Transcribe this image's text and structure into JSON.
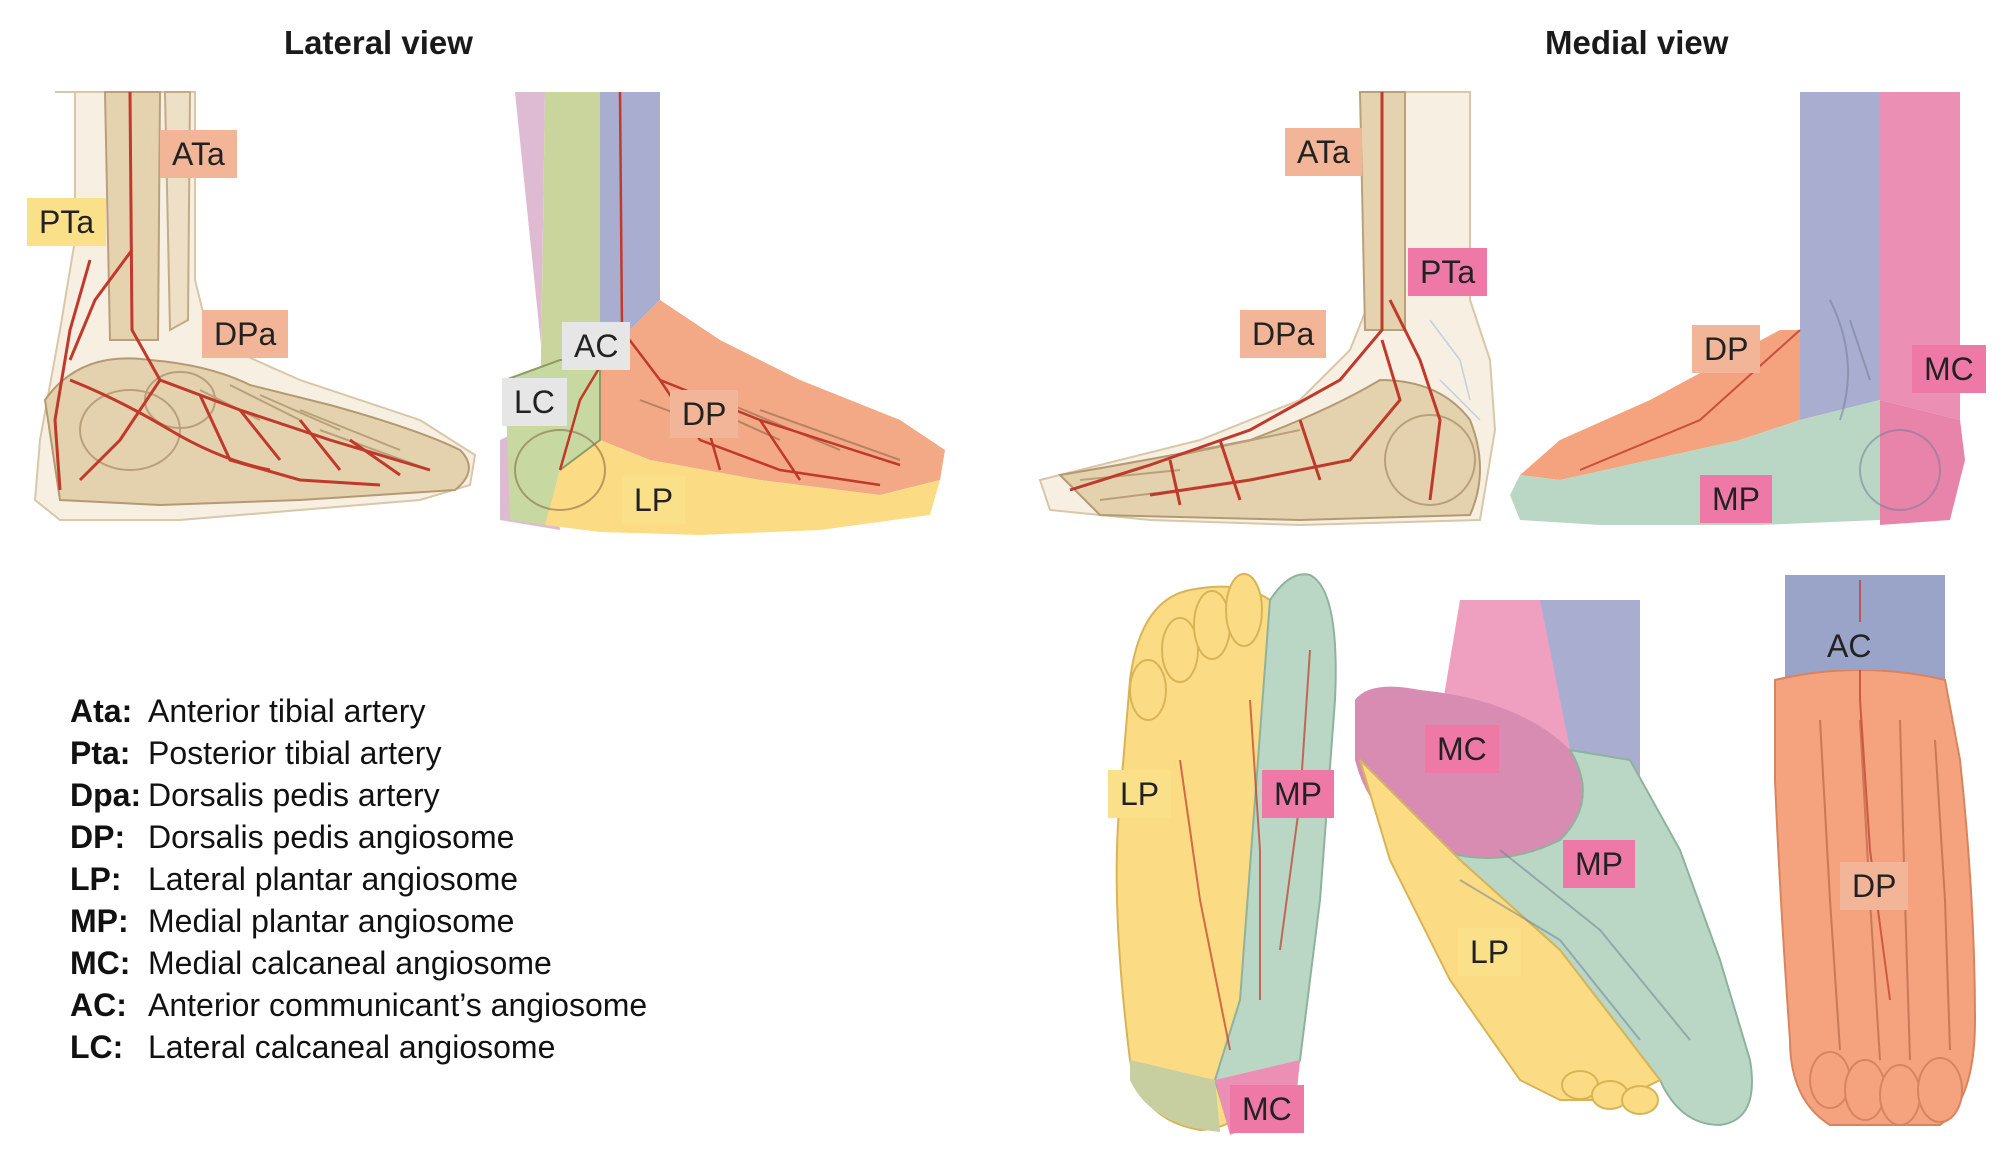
{
  "titles": {
    "lateral": "Lateral view",
    "medial": "Medial view"
  },
  "colors": {
    "DP": "#f2b598",
    "ATa": "#f2b598",
    "DPa": "#f2b598",
    "LP": "#fbe08a",
    "PTa": "#fbe08a",
    "MP": "#ee78a6",
    "MC": "#ee78a6",
    "AC": "#e6e6e6",
    "LC": "#e6e6e6",
    "angiosome_DP": "#f4a37e",
    "angiosome_LP": "#fbdc84",
    "angiosome_MP": "#b9d7c4",
    "angiosome_MC": "#ec8fb5",
    "angiosome_AC": "#9aa3c8",
    "angiosome_LC": "#c7d9a0",
    "bone": "#e9dcc3",
    "artery": "#c0392b"
  },
  "labels": {
    "lat1_ata": "ATa",
    "lat1_pta": "PTa",
    "lat1_dpa": "DPa",
    "lat2_ac": "AC",
    "lat2_lc": "LC",
    "lat2_dp": "DP",
    "lat2_lp": "LP",
    "med1_ata": "ATa",
    "med1_pta": "PTa",
    "med1_dpa": "DPa",
    "med2_dp": "DP",
    "med2_mc": "MC",
    "med2_mp": "MP",
    "pl_lp": "LP",
    "pl_mp": "MP",
    "pl_mc": "MC",
    "ob_mc": "MC",
    "ob_mp": "MP",
    "ob_lp": "LP",
    "dor_ac": "AC",
    "dor_dp": "DP"
  },
  "legend": [
    {
      "abbr": "Ata:",
      "desc": "Anterior tibial artery"
    },
    {
      "abbr": "Pta:",
      "desc": "Posterior tibial artery"
    },
    {
      "abbr": "Dpa:",
      "desc": "Dorsalis pedis artery"
    },
    {
      "abbr": "DP:",
      "desc": "Dorsalis pedis angiosome"
    },
    {
      "abbr": "LP:",
      "desc": "Lateral plantar angiosome"
    },
    {
      "abbr": "MP:",
      "desc": "Medial plantar angiosome"
    },
    {
      "abbr": "MC:",
      "desc": "Medial calcaneal angiosome"
    },
    {
      "abbr": "AC:",
      "desc": "Anterior communicant’s angiosome"
    },
    {
      "abbr": "LC:",
      "desc": "Lateral calcaneal angiosome"
    }
  ]
}
